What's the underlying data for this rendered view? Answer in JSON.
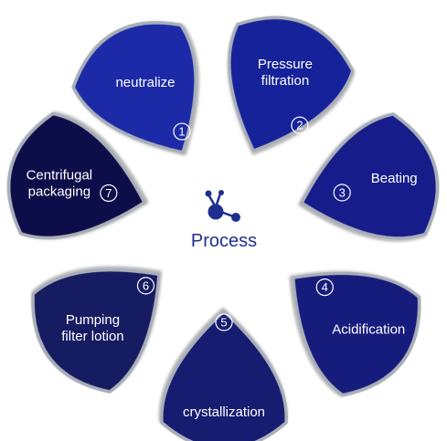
{
  "center": {
    "title": "Process",
    "icon": "molecule-icon",
    "color": "#1f2f8f"
  },
  "steps": [
    {
      "number": "1",
      "lines": [
        "neutralize"
      ],
      "fill": "#1c2ca8"
    },
    {
      "number": "2",
      "lines": [
        "Pressure",
        "filtration"
      ],
      "fill": "#18239a"
    },
    {
      "number": "3",
      "lines": [
        "Beating"
      ],
      "fill": "#141c8a"
    },
    {
      "number": "4",
      "lines": [
        "Acidification"
      ],
      "fill": "#141b7c"
    },
    {
      "number": "5",
      "lines": [
        "crystallization"
      ],
      "fill": "#131a70"
    },
    {
      "number": "6",
      "lines": [
        "Pumping",
        "filter lotion"
      ],
      "fill": "#141a62"
    },
    {
      "number": "7",
      "lines": [
        "Centrifugal",
        "packaging"
      ],
      "fill": "#0c1149"
    }
  ],
  "colors": {
    "petal_border": "#a9afb8"
  }
}
